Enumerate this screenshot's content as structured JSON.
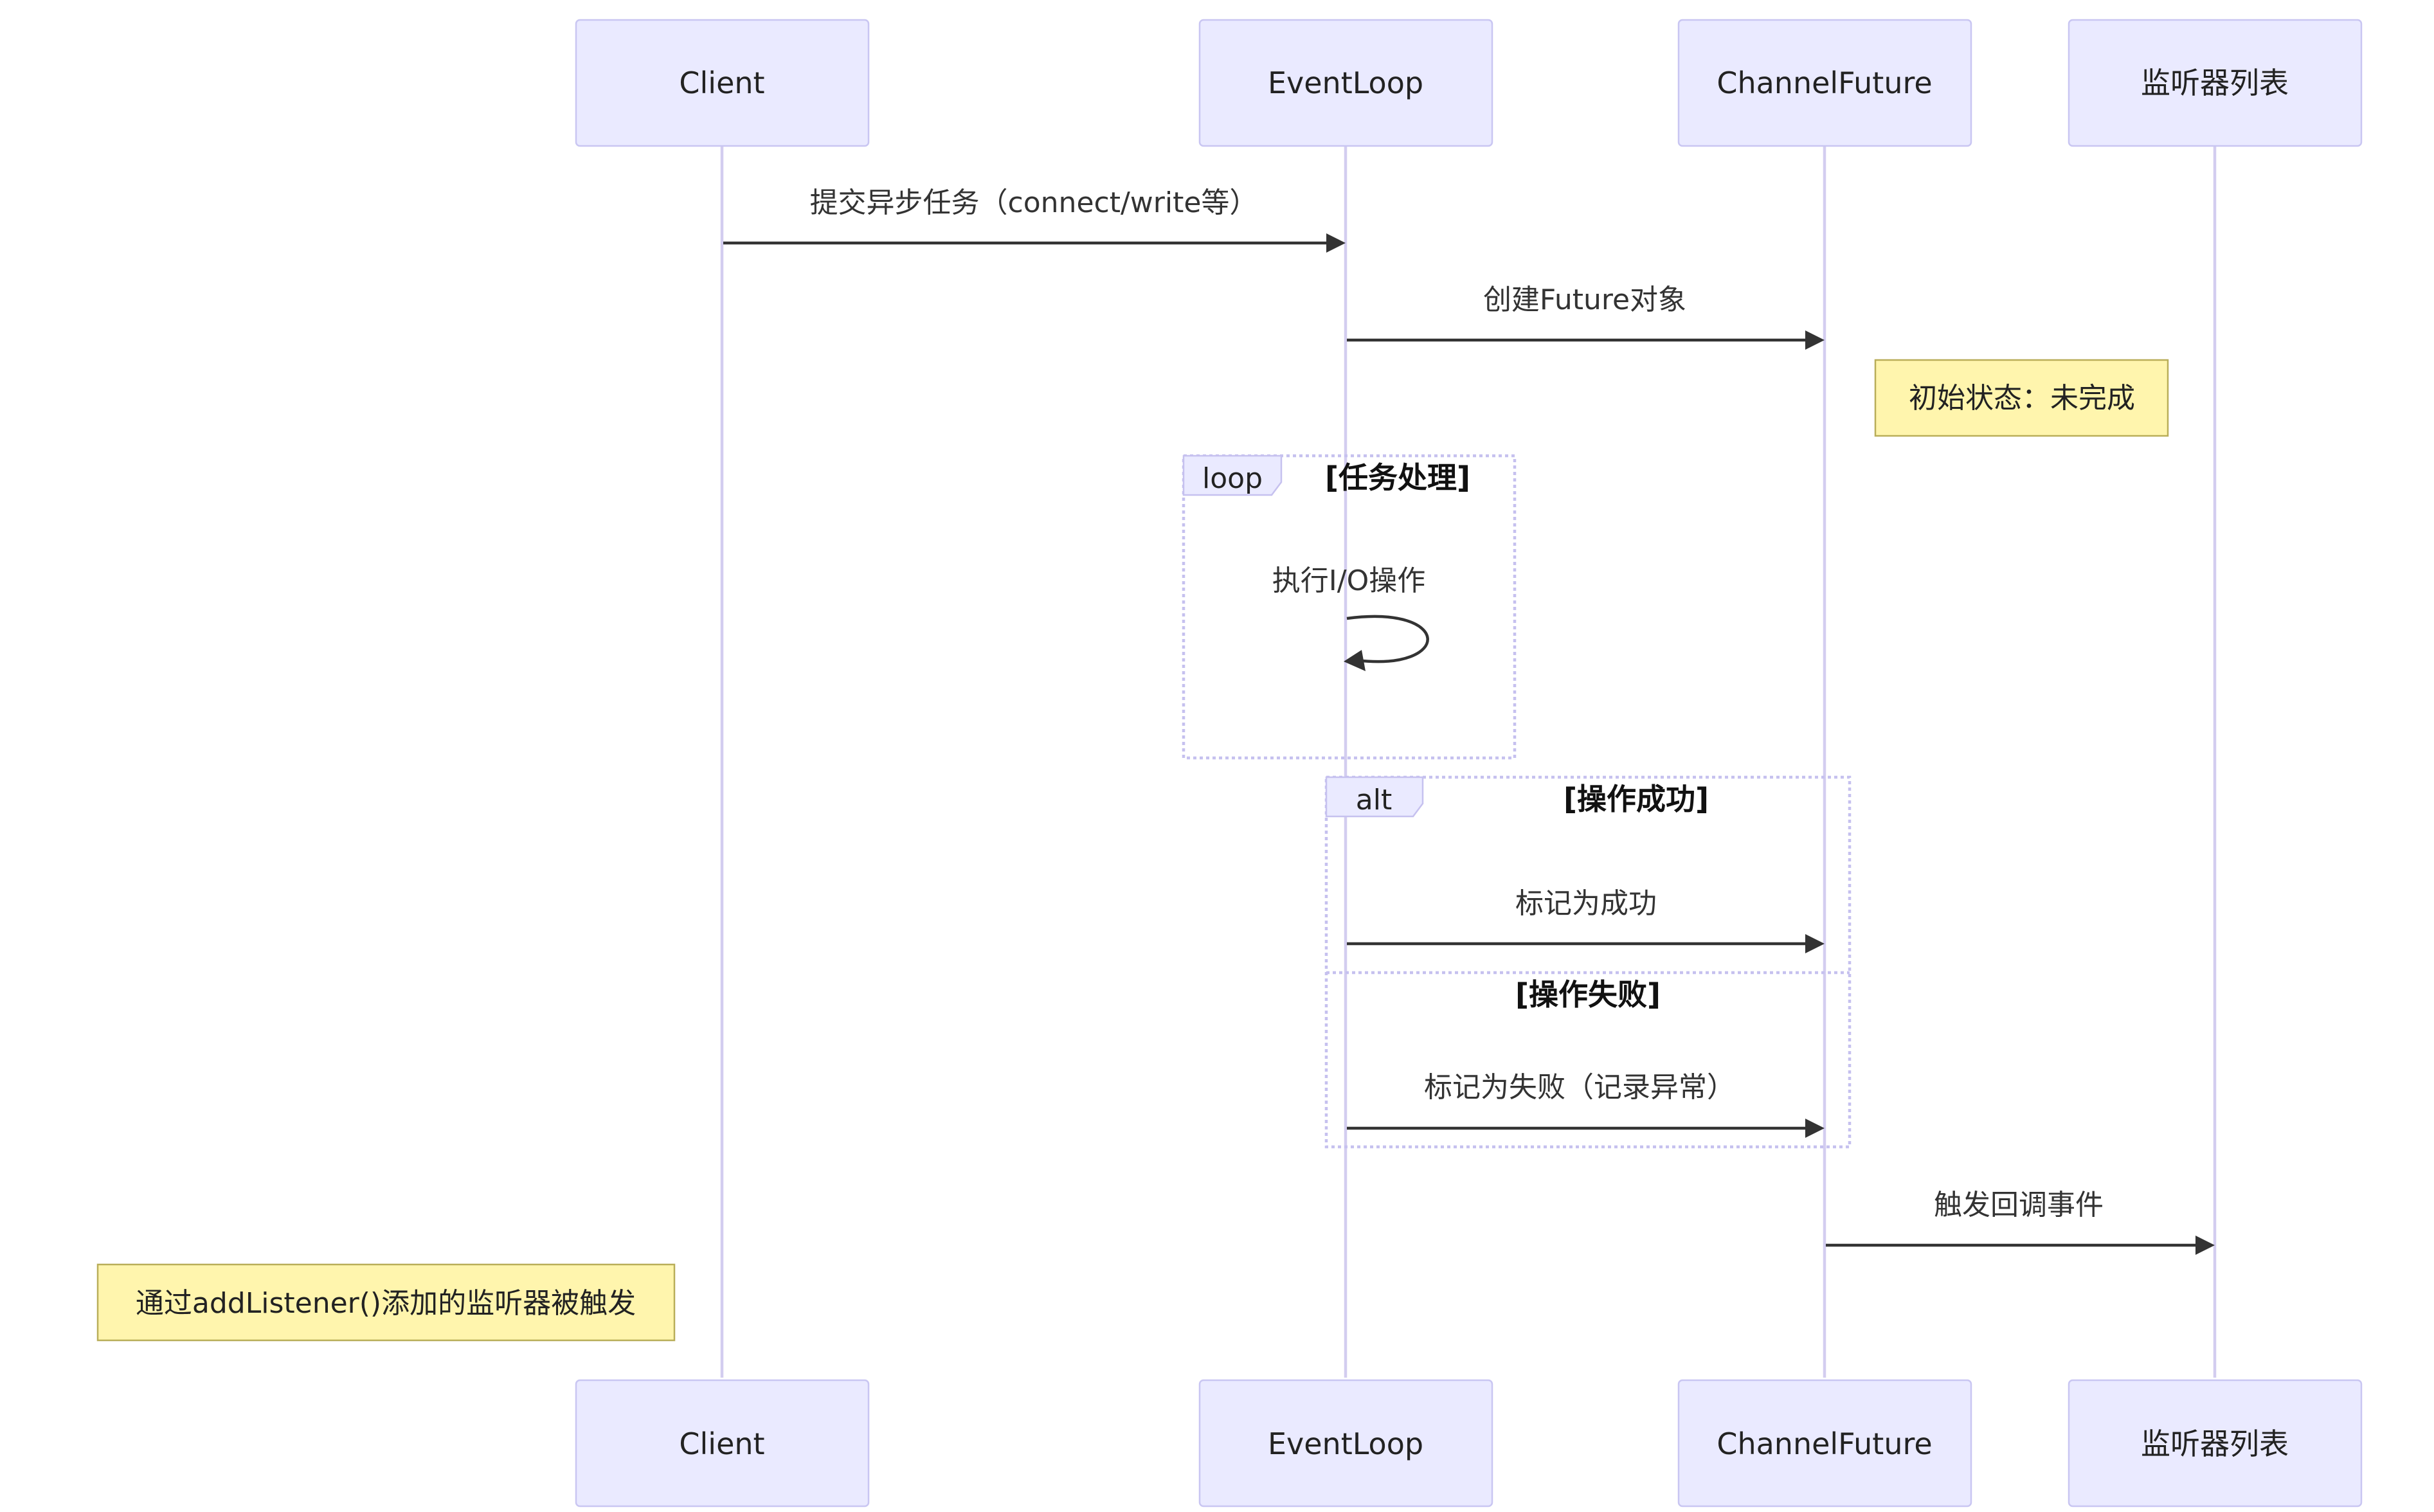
{
  "participants": {
    "client": "Client",
    "eventloop": "EventLoop",
    "channelfuture": "ChannelFuture",
    "listeners": "监听器列表"
  },
  "messages": {
    "submit": "提交异步任务（connect/write等）",
    "create_future": "创建Future对象",
    "exec_io": "执行I/O操作",
    "mark_success": "标记为成功",
    "mark_failure": "标记为失败（记录异常）",
    "trigger_callback": "触发回调事件"
  },
  "notes": {
    "initial_state": "初始状态：未完成",
    "listener_triggered": "通过addListener()添加的监听器被触发"
  },
  "fragments": {
    "loop_label": "loop",
    "loop_condition": "[任务处理]",
    "alt_label": "alt",
    "alt_condition_1": "[操作成功]",
    "alt_condition_2": "[操作失败]"
  },
  "colors": {
    "actor_fill": "#eaeaff",
    "actor_border": "#c9c6f2",
    "lifeline": "#d3cdf0",
    "note_fill": "#fff5ad",
    "note_border": "#b9ae59",
    "arrow": "#333333"
  }
}
